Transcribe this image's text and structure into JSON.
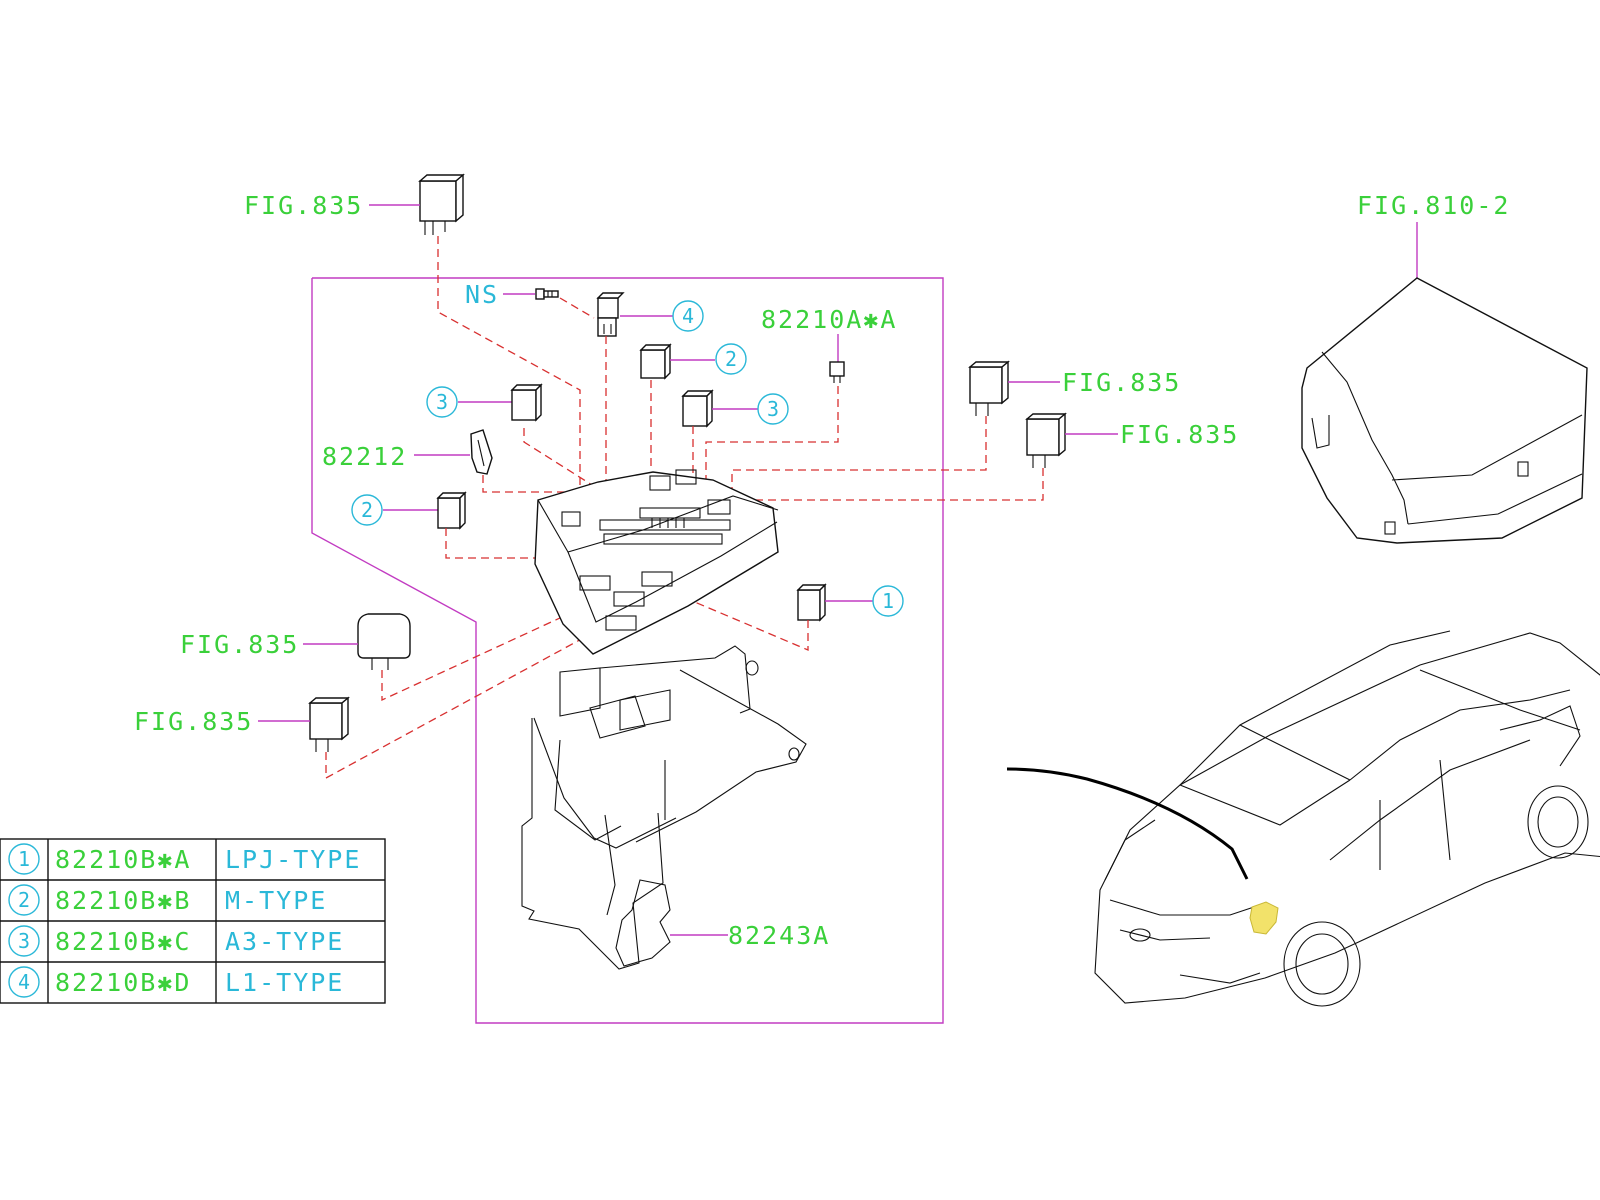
{
  "labels": {
    "fig835_top": "FIG.835",
    "fig810": "FIG.810-2",
    "ns": "NS",
    "part_82210a": "82210A✱A",
    "part_82212": "82212",
    "fig835_right1": "FIG.835",
    "fig835_right2": "FIG.835",
    "fig835_left1": "FIG.835",
    "fig835_left2": "FIG.835",
    "part_82243a": "82243A",
    "callout_4": "4",
    "callout_2a": "2",
    "callout_3a": "3",
    "callout_3b": "3",
    "callout_2b": "2",
    "callout_1": "1"
  },
  "legend": {
    "rows": [
      {
        "num": "1",
        "part": "82210B✱A",
        "type": "LPJ-TYPE"
      },
      {
        "num": "2",
        "part": "82210B✱B",
        "type": "M-TYPE"
      },
      {
        "num": "3",
        "part": "82210B✱C",
        "type": "A3-TYPE"
      },
      {
        "num": "4",
        "part": "82210B✱D",
        "type": "L1-TYPE"
      }
    ]
  },
  "colors": {
    "label_green": "#3ad03a",
    "label_cyan": "#2ab8d8",
    "leader_magenta": "#c23cc2",
    "dashed_red": "#d83030",
    "highlight_yellow": "#f2e26a"
  }
}
